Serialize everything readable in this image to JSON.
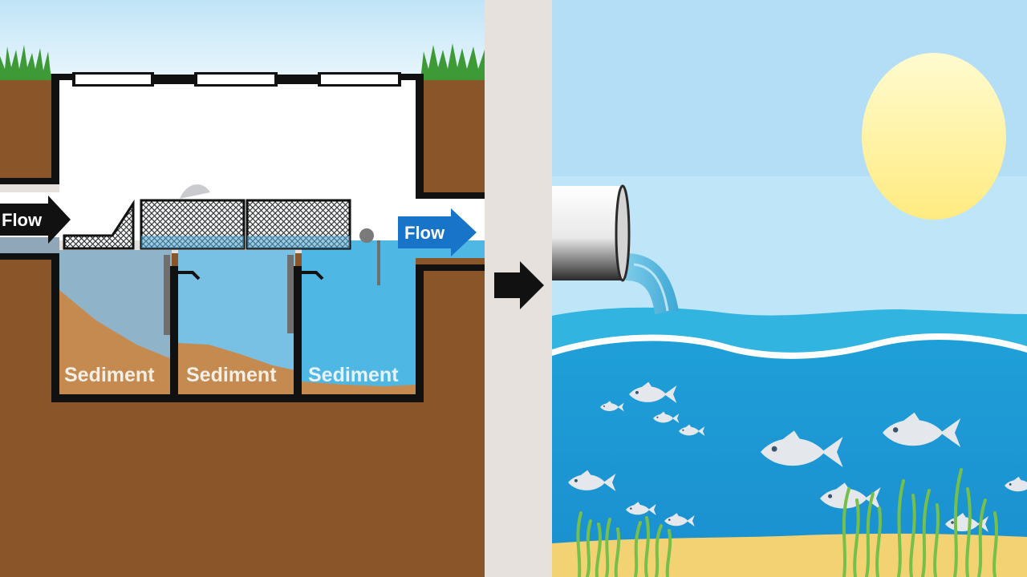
{
  "labels": {
    "flow_in": "Flow",
    "flow_out": "Flow",
    "sediment_1": "Sediment",
    "sediment_2": "Sediment",
    "sediment_3": "Sediment"
  },
  "colors": {
    "soil": "#8a5528",
    "sky": "#cde9f8",
    "water_light": "#4fb7e3",
    "water_dark": "#1b9ed8",
    "sediment_fill": "#c48a4f",
    "grass": "#3e9a37",
    "sand": "#f3d273",
    "sun": "#fff3a0",
    "fish": "#e4e8ec",
    "flow_blue_arrow": "#1874c8",
    "divider": "#e6e1dc"
  },
  "icons": {
    "flow_in_arrow": "arrow-right-icon",
    "flow_out_arrow": "arrow-right-icon",
    "transition_arrow": "arrow-right-icon",
    "sun": "sun-icon",
    "fish": "fish-icon",
    "pipe": "outfall-pipe-icon"
  }
}
